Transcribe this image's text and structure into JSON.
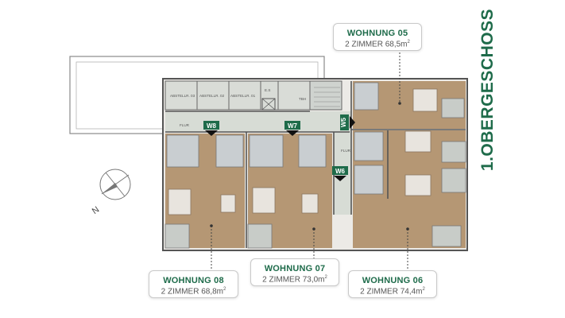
{
  "floor": {
    "title": "1.OBERGESCHOSS"
  },
  "apartments": [
    {
      "id": "05",
      "title": "WOHNUNG 05",
      "rooms": "2 ZIMMER",
      "area": "68,5m",
      "unit_sup": "2"
    },
    {
      "id": "08",
      "title": "WOHNUNG 08",
      "rooms": "2 ZIMMER",
      "area": "68,8m",
      "unit_sup": "2"
    },
    {
      "id": "07",
      "title": "WOHNUNG 07",
      "rooms": "2 ZIMMER",
      "area": "73,0m",
      "unit_sup": "2"
    },
    {
      "id": "06",
      "title": "WOHNUNG 06",
      "rooms": "2 ZIMMER",
      "area": "74,4m",
      "unit_sup": "2"
    }
  ],
  "entrances": [
    "W8",
    "W7",
    "W5",
    "W6"
  ],
  "rooms": {
    "storage": [
      "ABSTELLR. 03",
      "ABSTELLR. 02",
      "ABSTELLR. 01"
    ],
    "tech": "TBH",
    "hall": "FLUR",
    "shaft": "E.S"
  },
  "compass": {
    "north": "N"
  },
  "colors": {
    "accent": "#1e6b4a",
    "wood": "#b59774",
    "corridor": "#d7dcd5",
    "wet": "#c9ced1",
    "wall": "#555555"
  },
  "icons": [
    "compass-icon",
    "entrance-marker-icon"
  ]
}
